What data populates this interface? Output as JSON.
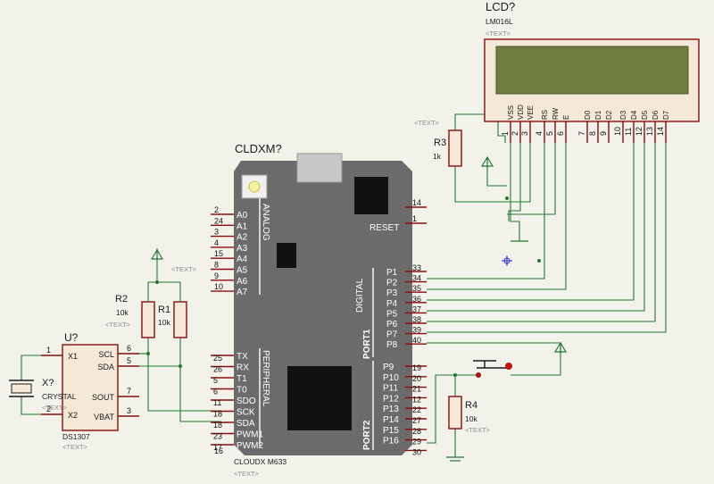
{
  "lcd": {
    "ref": "LCD?",
    "model": "LM016L",
    "text_placeholder": "<TEXT>",
    "screen_color": "#6f7d3e",
    "pins": [
      {
        "label": "VSS",
        "num": "1"
      },
      {
        "label": "VDD",
        "num": "2"
      },
      {
        "label": "VEE",
        "num": "3"
      },
      {
        "label": "RS",
        "num": "4"
      },
      {
        "label": "RW",
        "num": "5"
      },
      {
        "label": "E",
        "num": "6"
      },
      {
        "label": "D0",
        "num": "7"
      },
      {
        "label": "D1",
        "num": "8"
      },
      {
        "label": "D2",
        "num": "9"
      },
      {
        "label": "D3",
        "num": "10"
      },
      {
        "label": "D4",
        "num": "11"
      },
      {
        "label": "D5",
        "num": "12"
      },
      {
        "label": "D6",
        "num": "13"
      },
      {
        "label": "D7",
        "num": "14"
      }
    ]
  },
  "mcu": {
    "ref": "CLDXM?",
    "model": "CLOUDX M633",
    "text_placeholder": "<TEXT>",
    "board_color": "#6b6b6b",
    "section_analog": "ANALOG",
    "section_digital": "DIGITAL",
    "section_peripheral": "PERIPHERAL",
    "section_port1": "PORT1",
    "section_port2": "PORT2",
    "reset_label": "RESET",
    "analog_pins": [
      {
        "label": "A0",
        "num": "2"
      },
      {
        "label": "A1",
        "num": "24"
      },
      {
        "label": "A2",
        "num": "3"
      },
      {
        "label": "A3",
        "num": "4"
      },
      {
        "label": "A4",
        "num": "15"
      },
      {
        "label": "A5",
        "num": "8"
      },
      {
        "label": "A6",
        "num": "9"
      },
      {
        "label": "A7",
        "num": "10"
      }
    ],
    "periph_pins": [
      {
        "label": "TX",
        "num": "25"
      },
      {
        "label": "RX",
        "num": "26"
      },
      {
        "label": "T1",
        "num": "5"
      },
      {
        "label": "T0",
        "num": "6"
      },
      {
        "label": "SDO",
        "num": "11"
      },
      {
        "label": "SCK",
        "num": "18"
      },
      {
        "label": "SDA",
        "num": "18"
      },
      {
        "label": "PWM1",
        "num": "23"
      },
      {
        "label": "PWM2",
        "num": "17"
      }
    ],
    "extra_left_pin": "16",
    "top_right_pins": [
      "14",
      "1"
    ],
    "port1_pins": [
      {
        "label": "P1",
        "num": "33"
      },
      {
        "label": "P2",
        "num": "34"
      },
      {
        "label": "P3",
        "num": "35"
      },
      {
        "label": "P4",
        "num": "36"
      },
      {
        "label": "P5",
        "num": "37"
      },
      {
        "label": "P6",
        "num": "38"
      },
      {
        "label": "P7",
        "num": "39"
      },
      {
        "label": "P8",
        "num": "40"
      }
    ],
    "port2_pins": [
      {
        "label": "P9",
        "num": "19"
      },
      {
        "label": "P10",
        "num": "20"
      },
      {
        "label": "P11",
        "num": "21"
      },
      {
        "label": "P12",
        "num": "12"
      },
      {
        "label": "P13",
        "num": "22"
      },
      {
        "label": "P14",
        "num": "27"
      },
      {
        "label": "P15",
        "num": "28"
      },
      {
        "label": "P16",
        "num": "29"
      },
      {
        "label": "",
        "num": "30"
      }
    ]
  },
  "rtc": {
    "ref": "U?",
    "model": "DS1307",
    "text_placeholder": "<TEXT>",
    "pins_left": [
      {
        "label": "X1",
        "num": "1"
      },
      {
        "label": "X2",
        "num": "2"
      }
    ],
    "pins_right": [
      {
        "label": "SCL",
        "num": "6"
      },
      {
        "label": "SDA",
        "num": "5"
      },
      {
        "label": "SOUT",
        "num": "7"
      },
      {
        "label": "VBAT",
        "num": "3"
      }
    ]
  },
  "crystal": {
    "ref": "X?",
    "model": "CRYSTAL",
    "text_placeholder": "<TEXT>"
  },
  "r1": {
    "ref": "R1",
    "value": "10k"
  },
  "r2": {
    "ref": "R2",
    "value": "10k",
    "text_placeholder": "<TEXT>"
  },
  "r3": {
    "ref": "R3",
    "value": "1k",
    "text_placeholder": "<TEXT>"
  },
  "r4": {
    "ref": "R4",
    "value": "10k",
    "text_placeholder": "<TEXT>"
  },
  "power_text_placeholder": "<TEXT>",
  "colors": {
    "background": "#f2f1ea",
    "wire": "#1f7a34",
    "component": "#8a0d0d",
    "body_fill": "#f4e8d6",
    "label": "#1a1a1a",
    "placeholder": "#8c8c8c"
  }
}
